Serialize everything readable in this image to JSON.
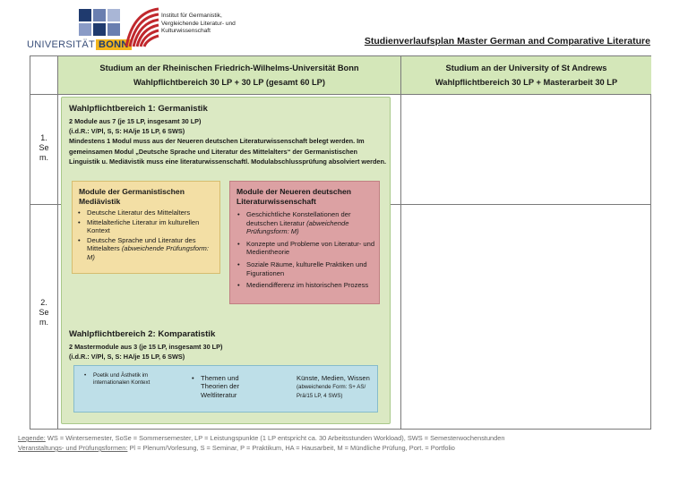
{
  "header": {
    "uni_wordmark": "UNIVERSITÄT",
    "uni_bonn": "BONN",
    "institute_lines": [
      "Institut für Germanistik,",
      "Vergleichende Literatur- und",
      "Kulturwissenschaft"
    ],
    "doc_title": "Studienverlaufsplan Master German and Comparative Literature"
  },
  "columns": {
    "bonn": {
      "line1": "Studium an der Rheinischen Friedrich-Wilhelms-Universität Bonn",
      "line2": "Wahlpflichtbereich 30 LP + 30 LP (gesamt 60 LP)"
    },
    "standrews": {
      "line1": "Studium an der University of St Andrews",
      "line2": "Wahlpflichtbereich 30 LP + Masterarbeit 30 LP"
    }
  },
  "semesters": {
    "sem1": [
      "1.",
      "Se",
      "m."
    ],
    "sem2": [
      "2.",
      "Se",
      "m."
    ]
  },
  "wp1": {
    "title": "Wahlpflichtbereich 1: Germanistik",
    "line1": "2 Module aus 7 (je 15 LP, insgesamt 30 LP)",
    "line2": "(i.d.R.: V/Pl, S, S: HA/je 15 LP, 6 SWS)",
    "para": "Mindestens 1 Modul muss aus der Neueren deutschen Literaturwissenschaft belegt werden. Im gemeinsamen Modul „Deutsche Sprache und Literatur des Mittelalters“ der Germanistischen Linguistik u. Mediävistik muss eine literaturwissenschaftl. Modulabschlussprüfung absolviert werden."
  },
  "box_mediaevistik": {
    "title": "Module der Germanistischen Mediävistik",
    "items": [
      {
        "text": "Deutsche Literatur des Mittelalters",
        "note": ""
      },
      {
        "text": "Mittelalterliche Literatur im kulturellen Kontext",
        "note": ""
      },
      {
        "text": "Deutsche Sprache und Literatur des Mittelalters",
        "note": "(abweichende Prüfungsform: M)"
      }
    ]
  },
  "box_ndl": {
    "title": "Module der Neueren deutschen Literaturwissenschaft",
    "items": [
      {
        "text": "Geschichtliche Konstellationen der deutschen Literatur",
        "note": "(abweichende Prüfungsform: M)"
      },
      {
        "text": "Konzepte und Probleme von Literatur- und Medientheorie",
        "note": ""
      },
      {
        "text": "Soziale Räume, kulturelle Praktiken und Figurationen",
        "note": ""
      },
      {
        "text": "Mediendifferenz im historischen Prozess",
        "note": ""
      }
    ]
  },
  "wp2": {
    "title": "Wahlpflichtbereich 2: Komparatistik",
    "line1": "2 Mastermodule aus 3 (je 15 LP, insgesamt 30 LP)",
    "line2": "(i.d.R.: V/Pl, S, S: HA/je 15 LP, 6 SWS)"
  },
  "box_komparatistik": {
    "item1": "Poetik und Ästhetik im internationalen Kontext",
    "item2": "Themen und Theorien der Weltliteratur",
    "item3": "Künste, Medien, Wissen",
    "item3_note": "(abweichende Form: S+ AS/ Prä/15 LP, 4 SWS)"
  },
  "legend": {
    "label1": "Legende:",
    "text1": " WS = Wintersemester, SoSe = Sommersemester, LP = Leistungspunkte (1 LP entspricht ca. 30 Arbeitsstunden Workload), SWS = Semesterwochenstunden",
    "label2": "Veranstaltungs- und Prüfungsformen:",
    "text2": " Pl = Plenum/Vorlesung, S = Seminar, P = Praktikum, HA = Hausarbeit, M = Mündliche Prüfung, Port. = Portfolio"
  },
  "colors": {
    "green_header": "#d4e7b9",
    "green_block": "#dbe9c3",
    "yellow_box": "#f3dfa5",
    "red_box": "#dca1a3",
    "blue_box": "#bedfe8",
    "bonn_blue": "#1f3a6e",
    "bonn_yellow": "#f2b51d",
    "institute_red": "#c0282d"
  },
  "icons": [
    "uni-bonn-logo-icon",
    "institute-logo-icon"
  ]
}
